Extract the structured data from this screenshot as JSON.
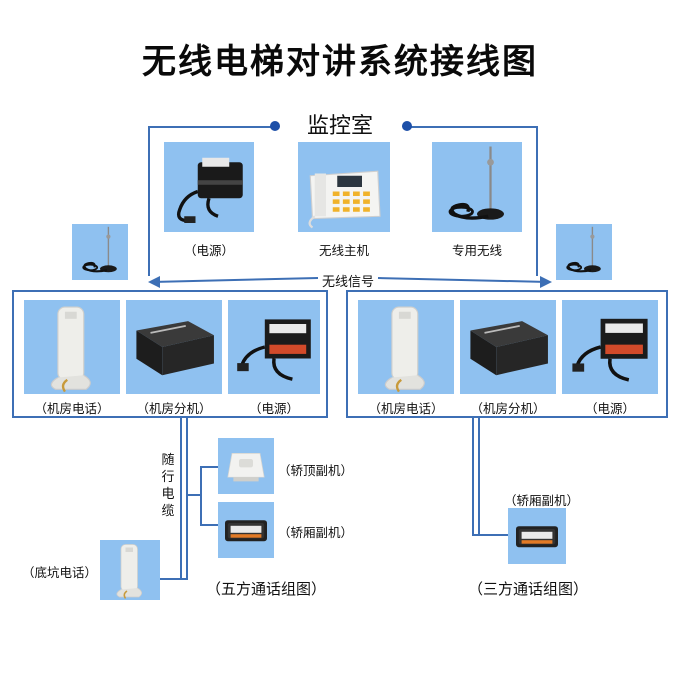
{
  "title": "无线电梯对讲系统接线图",
  "monitor_room": {
    "title": "监控室",
    "items": [
      {
        "label": "（电源）",
        "icon": "power-supply-icon"
      },
      {
        "label": "无线主机",
        "icon": "desk-phone-icon"
      },
      {
        "label": "专用无线",
        "icon": "antenna-icon"
      }
    ]
  },
  "wireless_signal": "无线信号",
  "left_group": {
    "items": [
      {
        "label": "（机房电话）",
        "icon": "handset-icon"
      },
      {
        "label": "（机房分机）",
        "icon": "extension-box-icon"
      },
      {
        "label": "（电源）",
        "icon": "power-supply-icon"
      }
    ],
    "travel_cable": "随行电缆",
    "roof_unit": "（轿顶副机）",
    "car_unit": "（轿厢副机）",
    "pit_phone": "（底坑电话）",
    "caption": "（五方通话组图）"
  },
  "right_group": {
    "items": [
      {
        "label": "（机房电话）",
        "icon": "handset-icon"
      },
      {
        "label": "（机房分机）",
        "icon": "extension-box-icon"
      },
      {
        "label": "（电源）",
        "icon": "power-supply-icon"
      }
    ],
    "car_unit": "（轿厢副机）",
    "caption": "（三方通话组图）"
  },
  "colors": {
    "line": "#3d6fb5",
    "card_background": "#8fc1f0",
    "dot": "#1d4fa8"
  }
}
